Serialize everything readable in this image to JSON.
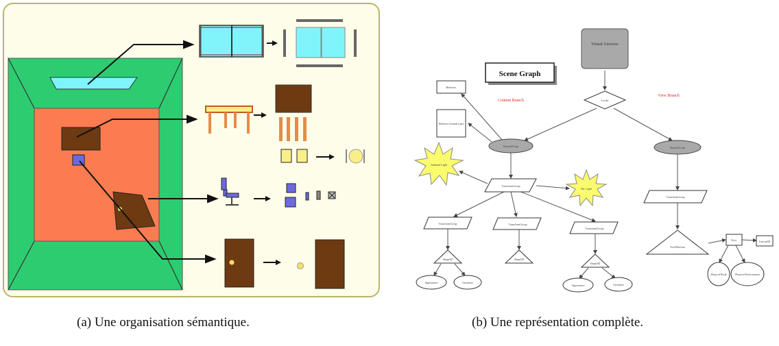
{
  "colors": {
    "frame_bg": "#fefde9",
    "frame_border": "#b9b56a",
    "wall_green": "#2ecc71",
    "floor_orange": "#fb7c50",
    "wood_brown": "#6e3a12",
    "glass_cyan": "#7ff5fb",
    "chair_blue": "#6b6bdf",
    "table_orange": "#e98a46",
    "tile_yellow": "#f9ee88",
    "gray_node": "#a9a9a9",
    "sun_yellow": "#fbfb6e",
    "branch_red": "#e81c1c"
  },
  "figure_a": {
    "caption": "(a) Une organisation sémantique."
  },
  "figure_b": {
    "caption": "(b) Une représentation complète.",
    "title_box": "Scene Graph",
    "virtual_universe": "Virtual Universe",
    "locale": "Locale",
    "content_branch": "Content Branch",
    "view_branch": "View Branch",
    "behavior": "Behavior",
    "bounds": "Behavior bounds (opt)",
    "branch_group": "BranchGroup",
    "ambient_light": "Ambient Light",
    "dir_light": "Dir. Light",
    "transform_group": "TransformGroup",
    "shape3d": "Shape3D",
    "appearance": "Appearance",
    "geometry": "Geometry",
    "view_platform": "ViewPlatform",
    "view": "View",
    "canvas3d": "Canvas3D",
    "physical_body": "Physical Body",
    "physical_environment": "Physical Environment"
  }
}
